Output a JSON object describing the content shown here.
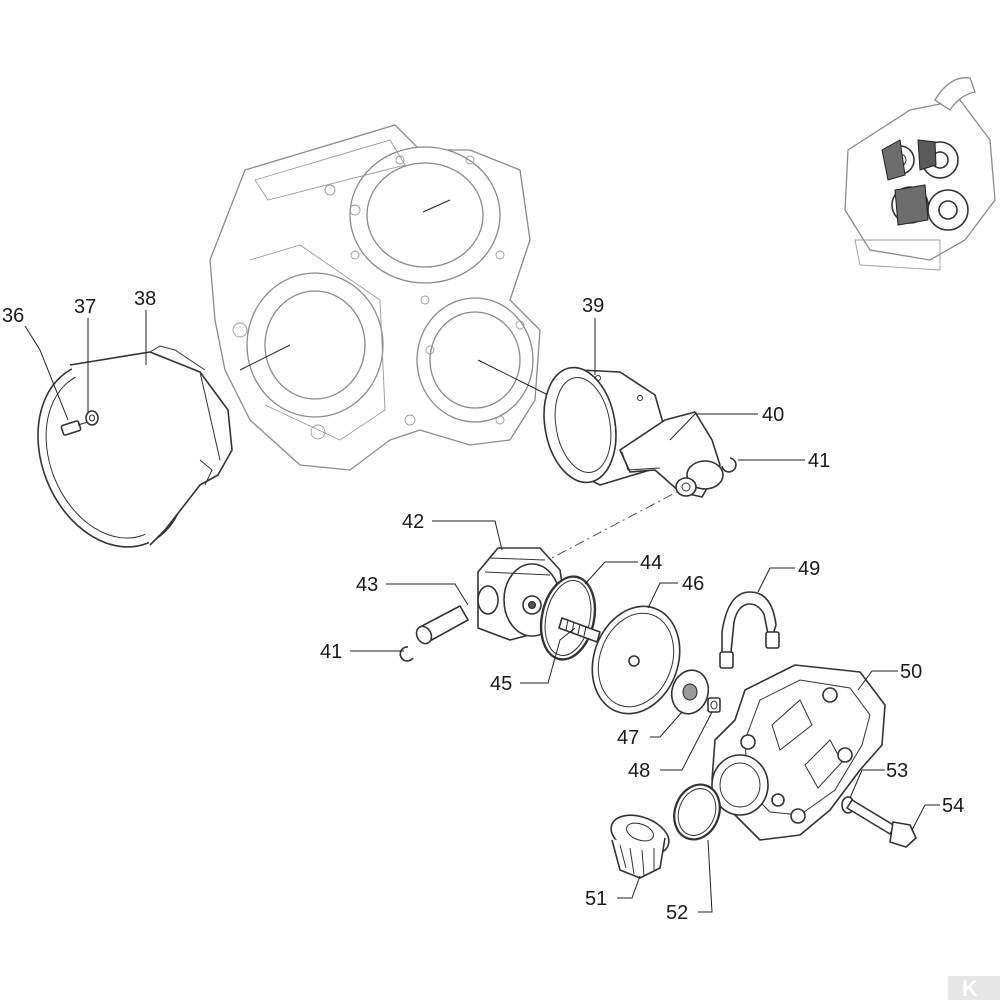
{
  "callouts": [
    "36",
    "37",
    "38",
    "39",
    "40",
    "41",
    "42",
    "43",
    "41",
    "44",
    "45",
    "46",
    "47",
    "48",
    "49",
    "50",
    "51",
    "52",
    "53",
    "54"
  ],
  "logo_letter": "K"
}
